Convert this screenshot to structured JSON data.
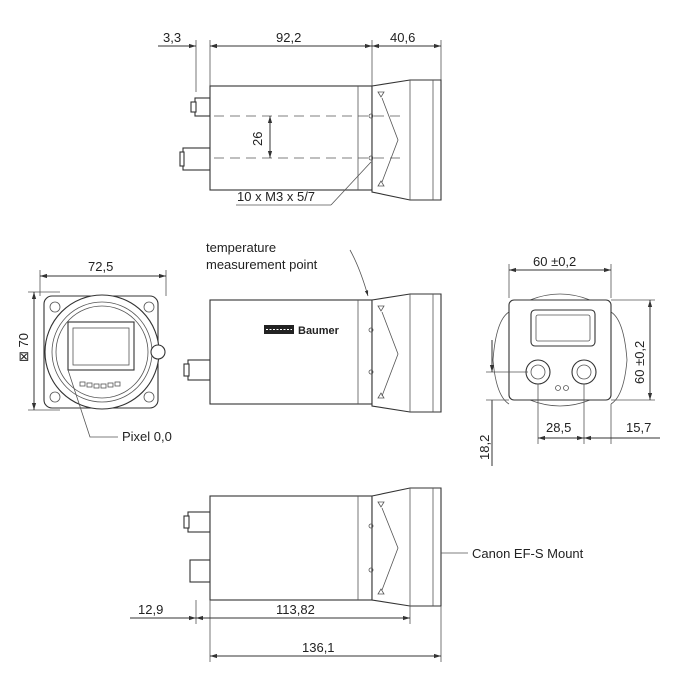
{
  "dimensions": {
    "top_left": "3,3",
    "top_mid": "92,2",
    "top_right": "40,6",
    "top_vertical": "26",
    "top_thread": "10 x  M3 x 5/7",
    "front_width": "72,5",
    "front_height": "⊠ 70",
    "back_width": "60 ±0,2",
    "back_height": "60 ±0,2",
    "back_bottom": "28,5",
    "back_right": "15,7",
    "back_vertical": "18,2",
    "bottom_left": "12,9",
    "bottom_mid": "113,82",
    "bottom_total": "136,1"
  },
  "annotations": {
    "temperature_line1": "temperature",
    "temperature_line2": "measurement point",
    "pixel": "Pixel 0,0",
    "mount": "Canon EF-S Mount"
  },
  "brand": "Baumer"
}
